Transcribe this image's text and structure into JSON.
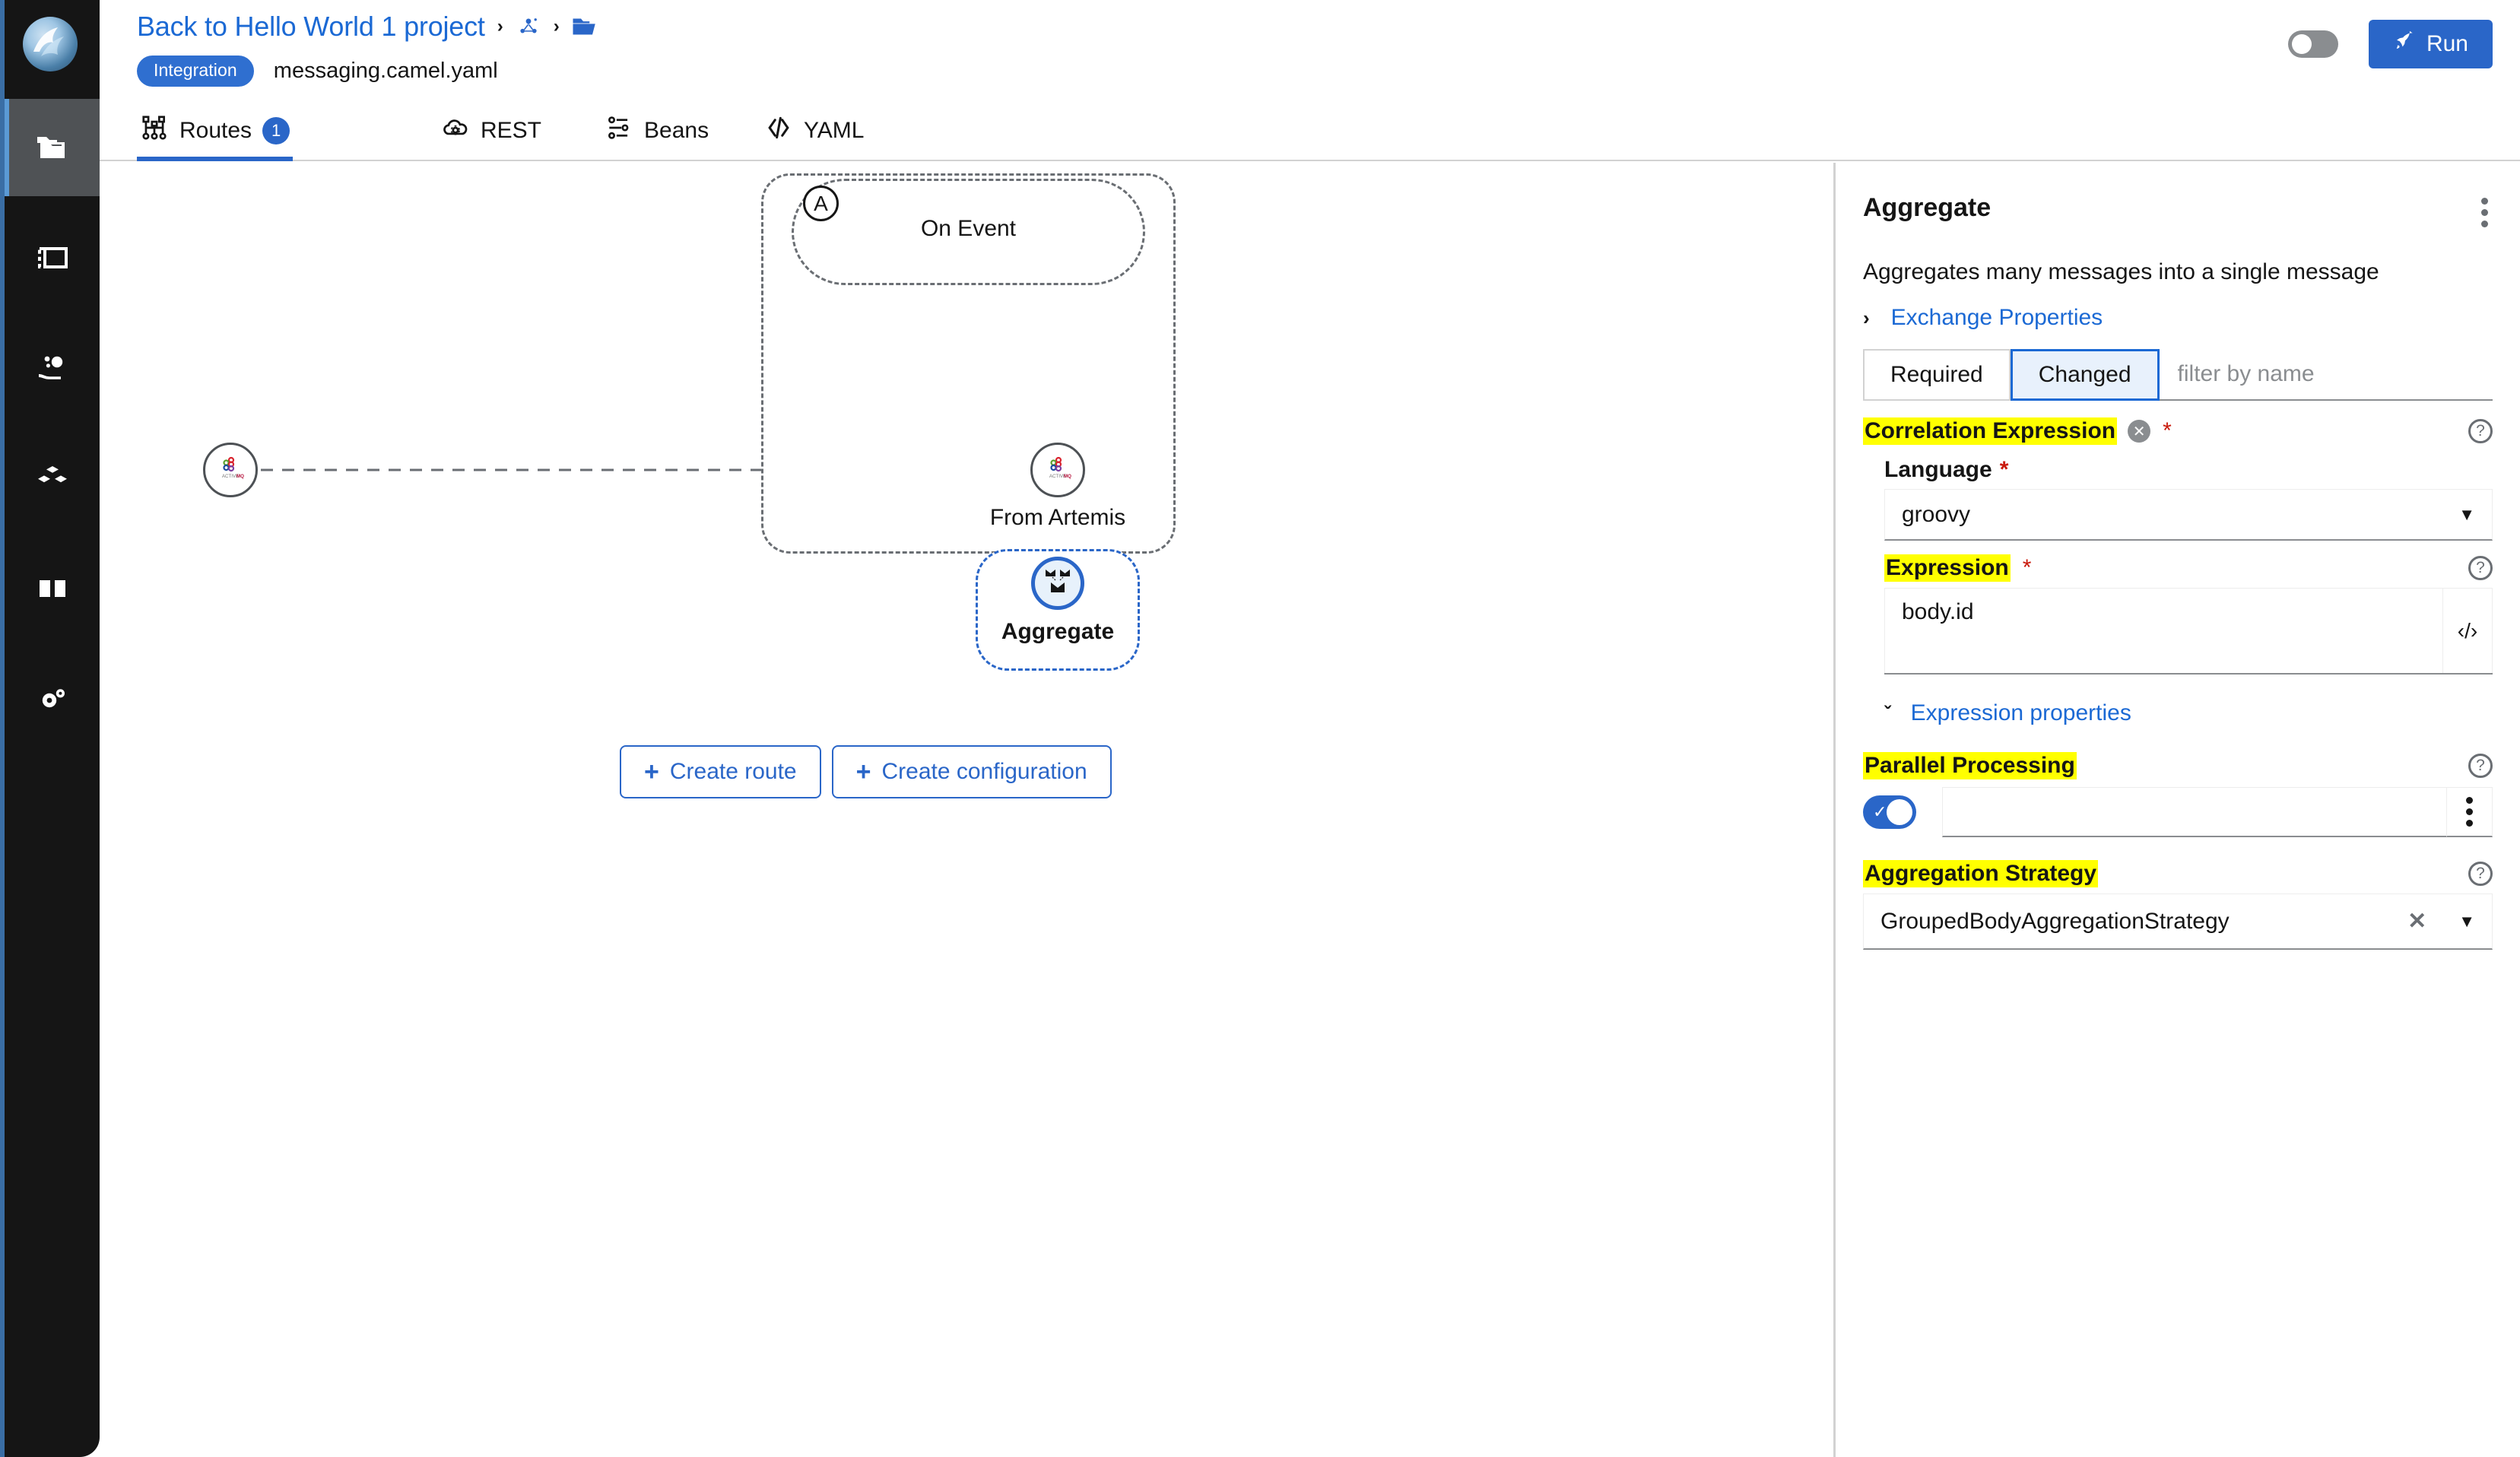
{
  "app": {
    "logo_icon": "camel-logo-icon"
  },
  "header": {
    "breadcrumb": {
      "back_link": "Back to Hello World 1 project",
      "separator": "›",
      "node_icon": "topology-icon",
      "folder_icon": "folder-open-icon"
    },
    "badge": "Integration",
    "filename": "messaging.camel.yaml",
    "toggle_name": "source-view-toggle",
    "run_label": "Run",
    "run_icon": "rocket-icon"
  },
  "tabs": [
    {
      "label": "Routes",
      "icon": "routes-icon",
      "count": "1",
      "active": true
    },
    {
      "label": "REST",
      "icon": "rest-cloud-icon",
      "count": "",
      "active": false
    },
    {
      "label": "Beans",
      "icon": "beans-sliders-icon",
      "count": "",
      "active": false
    },
    {
      "label": "YAML",
      "icon": "code-yaml-icon",
      "count": "",
      "active": false
    }
  ],
  "rail": {
    "items": [
      {
        "name": "projects",
        "icon": "stacked-folders-icon",
        "active": true
      },
      {
        "name": "canvas",
        "icon": "window-dashed-icon",
        "active": false
      },
      {
        "name": "services",
        "icon": "hand-gears-icon",
        "active": false
      },
      {
        "name": "containers",
        "icon": "blocks-icon",
        "active": false
      },
      {
        "name": "docs",
        "icon": "open-book-icon",
        "active": false
      },
      {
        "name": "settings",
        "icon": "gears-icon",
        "active": false
      }
    ]
  },
  "canvas": {
    "route_group_badge": "A",
    "on_event_label": "On Event",
    "from_node": {
      "label": "From Artemis",
      "icon": "activemq-icon"
    },
    "left_node": {
      "icon": "activemq-icon"
    },
    "aggregate_node": {
      "label": "Aggregate",
      "icon": "aggregate-envelopes-icon"
    },
    "buttons": {
      "create_route": "Create route",
      "create_configuration": "Create configuration",
      "plus": "+"
    }
  },
  "panel": {
    "title": "Aggregate",
    "description": "Aggregates many messages into a single message",
    "exchange_properties": "Exchange Properties",
    "chevron_right": "›",
    "chevron_down": "ˇ",
    "segments": [
      {
        "label": "Required",
        "active": false
      },
      {
        "label": "Changed",
        "active": true
      }
    ],
    "filter_placeholder": "filter by name",
    "fields": {
      "correlation_expression": {
        "label": "Correlation Expression",
        "required_star": "*",
        "clear_glyph": "✕",
        "help_glyph": "?"
      },
      "language": {
        "label": "Language",
        "required_star": "*",
        "value": "groovy",
        "caret": "▼"
      },
      "expression": {
        "label": "Expression",
        "required_star": "*",
        "value": "body.id",
        "code_glyph": "‹/›",
        "help_glyph": "?"
      },
      "expression_properties": {
        "label": "Expression properties"
      },
      "parallel_processing": {
        "label": "Parallel Processing",
        "value": "",
        "toggle_on": true,
        "check_glyph": "✓",
        "help_glyph": "?"
      },
      "aggregation_strategy": {
        "label": "Aggregation Strategy",
        "value": "GroupedBodyAggregationStrategy",
        "clear_glyph": "✕",
        "caret": "▼",
        "help_glyph": "?"
      }
    },
    "kebab_name": "panel-overflow-menu"
  },
  "colors": {
    "accent_blue": "#2a66c8",
    "link_blue": "#1b69d4",
    "highlight_yellow": "#ffff00",
    "required_red": "#c9190b",
    "rail_dark": "#151515"
  }
}
